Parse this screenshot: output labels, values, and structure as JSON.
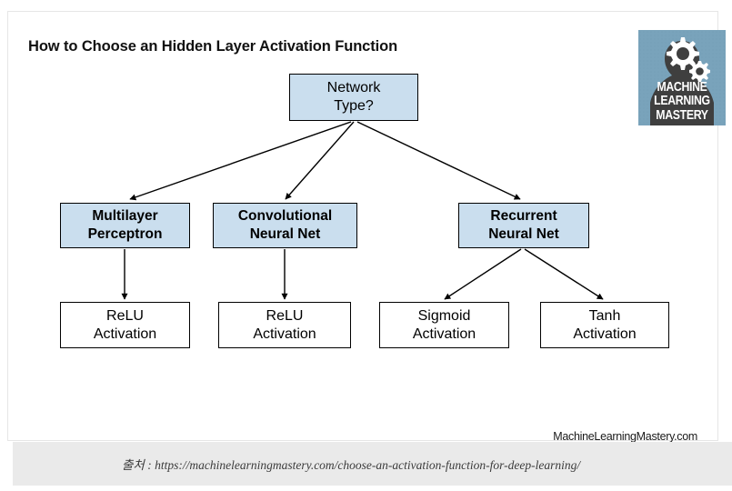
{
  "card": {
    "title": "How to Choose an Hidden Layer Activation Function",
    "attribution": "MachineLearningMastery.com"
  },
  "logo": {
    "alt": "machine-learning-mastery-logo",
    "line1": "MACHINE",
    "line2": "LEARNING",
    "line3": "MASTERY",
    "background_color": "#79a3bb",
    "silhouette_color": "#3f3f3f"
  },
  "colors": {
    "decision_fill": "#cadeee",
    "leaf_fill": "#ffffff",
    "stroke": "#000000",
    "band": "#eaeaea"
  },
  "flowchart": {
    "type": "decision-tree",
    "root": {
      "label": "Network\nType?",
      "line1": "Network",
      "line2": "Type?",
      "style": "blue"
    },
    "decisions": [
      {
        "id": "mlp",
        "line1": "Multilayer",
        "line2": "Perceptron",
        "style": "blue-bold"
      },
      {
        "id": "cnn",
        "line1": "Convolutional",
        "line2": "Neural Net",
        "style": "blue-bold"
      },
      {
        "id": "rnn",
        "line1": "Recurrent",
        "line2": "Neural Net",
        "style": "blue-bold"
      }
    ],
    "leaves": [
      {
        "id": "relu-1",
        "line1": "ReLU",
        "line2": "Activation",
        "parent": "mlp",
        "style": "white"
      },
      {
        "id": "relu-2",
        "line1": "ReLU",
        "line2": "Activation",
        "parent": "cnn",
        "style": "white"
      },
      {
        "id": "sigmoid",
        "line1": "Sigmoid",
        "line2": "Activation",
        "parent": "rnn",
        "style": "white"
      },
      {
        "id": "tanh",
        "line1": "Tanh",
        "line2": "Activation",
        "parent": "rnn",
        "style": "white"
      }
    ],
    "edges": [
      {
        "from": "root",
        "to": "mlp"
      },
      {
        "from": "root",
        "to": "cnn"
      },
      {
        "from": "root",
        "to": "rnn"
      },
      {
        "from": "mlp",
        "to": "relu-1"
      },
      {
        "from": "cnn",
        "to": "relu-2"
      },
      {
        "from": "rnn",
        "to": "sigmoid"
      },
      {
        "from": "rnn",
        "to": "tanh"
      }
    ]
  },
  "source": {
    "label": "출처 : https://machinelearningmastery.com/choose-an-activation-function-for-deep-learning/"
  }
}
